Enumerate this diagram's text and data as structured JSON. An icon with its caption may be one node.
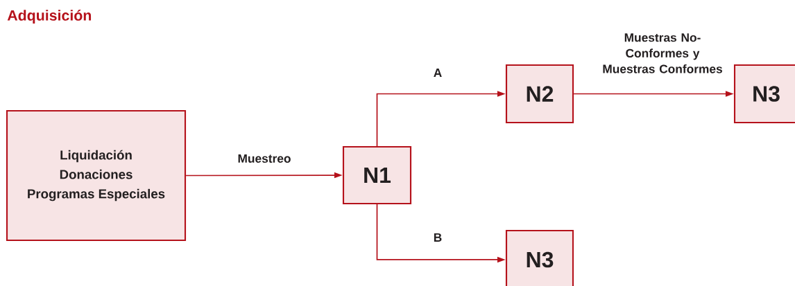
{
  "diagram": {
    "title": "Adquisición",
    "nodes": [
      {
        "text": [
          "Liquidación",
          "Donaciones",
          "Programas Especiales"
        ]
      },
      {
        "text": [
          "N1"
        ]
      },
      {
        "text": [
          "N2"
        ]
      },
      {
        "text": [
          "N3"
        ]
      },
      {
        "text": [
          "N3"
        ]
      }
    ],
    "edges": [
      {
        "from": 0,
        "to": 1,
        "arrow": "to",
        "label": "Muestreo"
      },
      {
        "from": 1,
        "to": 2,
        "arrow": "to",
        "label": "A"
      },
      {
        "from": 1,
        "to": 4,
        "arrow": "to",
        "label": "B"
      },
      {
        "from": 2,
        "to": 3,
        "arrow": "to",
        "label": "Muestras No-Conformes y Muestras Conformes"
      }
    ]
  }
}
